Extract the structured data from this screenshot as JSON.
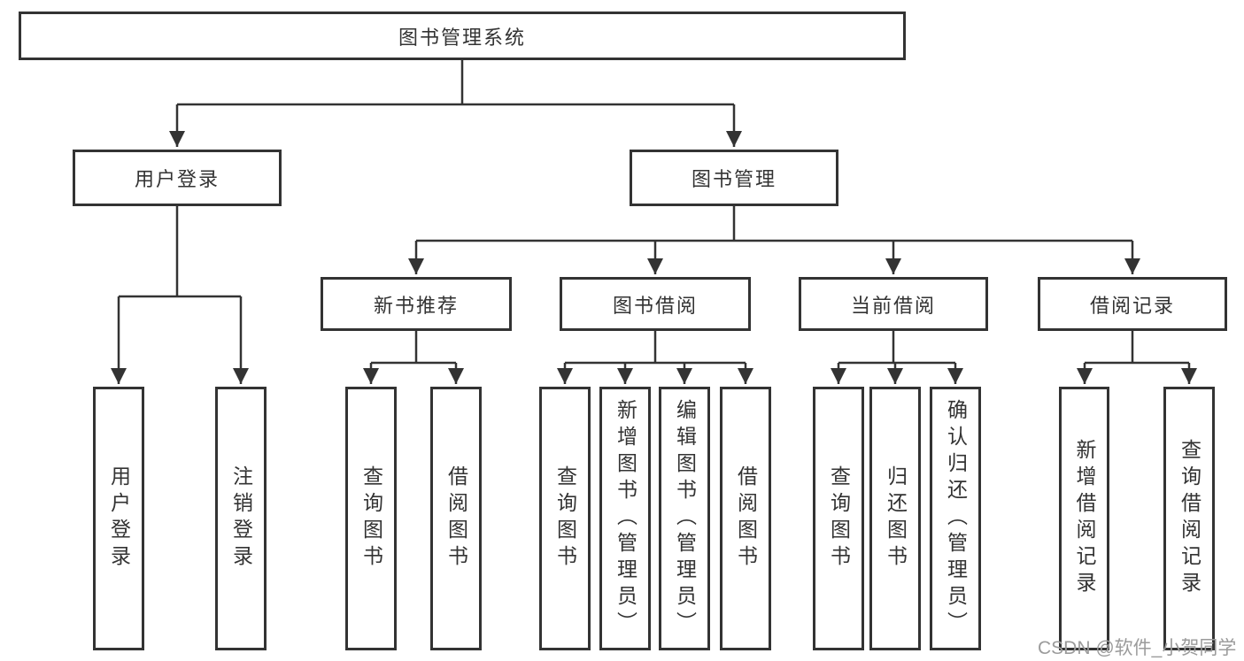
{
  "diagram": {
    "root": {
      "label": "图书管理系统"
    },
    "children": [
      {
        "label": "用户登录",
        "children": [
          {
            "label": "用户登录"
          },
          {
            "label": "注销登录"
          }
        ]
      },
      {
        "label": "图书管理",
        "children": [
          {
            "label": "新书推荐",
            "children": [
              {
                "label": "查询图书"
              },
              {
                "label": "借阅图书"
              }
            ]
          },
          {
            "label": "图书借阅",
            "children": [
              {
                "label": "查询图书"
              },
              {
                "label": "新增图书（管理员）"
              },
              {
                "label": "编辑图书（管理员）"
              },
              {
                "label": "借阅图书"
              }
            ]
          },
          {
            "label": "当前借阅",
            "children": [
              {
                "label": "查询图书"
              },
              {
                "label": "归还图书"
              },
              {
                "label": "确认归还（管理员）"
              }
            ]
          },
          {
            "label": "借阅记录",
            "children": [
              {
                "label": "新增借阅记录"
              },
              {
                "label": "查询借阅记录"
              }
            ]
          }
        ]
      }
    ]
  },
  "watermark": {
    "text": "CSDN @软件_小贺同学"
  },
  "colors": {
    "line": "#333333",
    "text": "#333333",
    "box_background": "#ffffff",
    "watermark": "#9b9b9b",
    "background": "#ffffff"
  }
}
